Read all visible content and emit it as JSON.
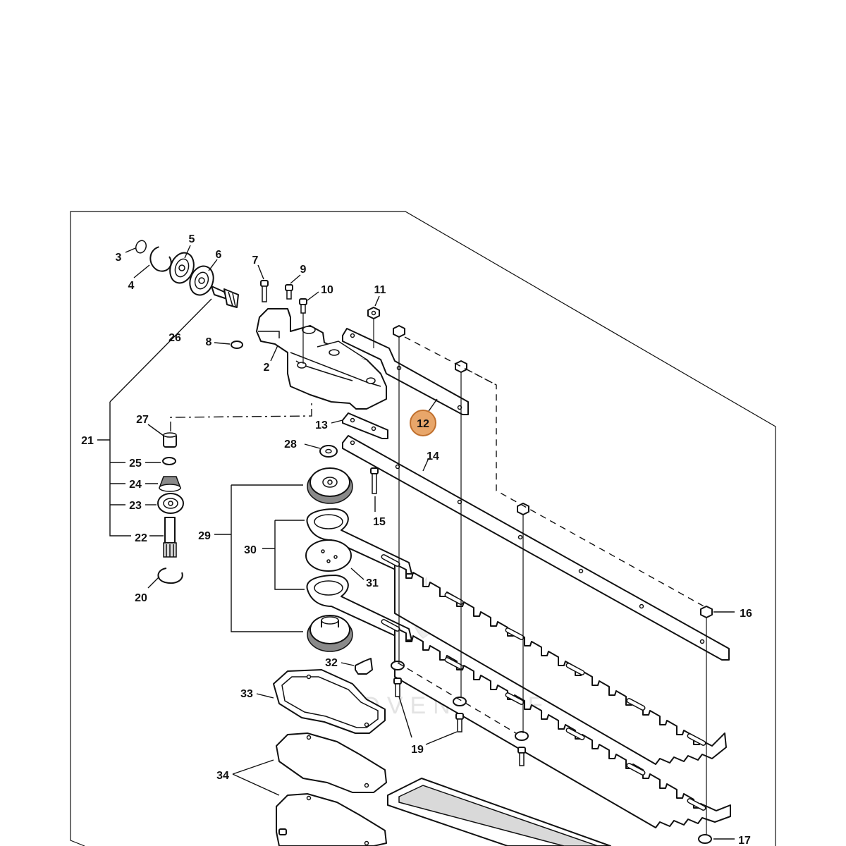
{
  "colors": {
    "line": "#111111",
    "highlight_fill": "#e8a66a",
    "highlight_stroke": "#c0702e",
    "watermark": "#e3e3e3"
  },
  "highlighted_part": "12",
  "watermark": "LEADVENTURE",
  "callouts": {
    "c2": "2",
    "c3": "3",
    "c4": "4",
    "c5": "5",
    "c6": "6",
    "c7": "7",
    "c8": "8",
    "c9": "9",
    "c10": "10",
    "c11": "11",
    "c12": "12",
    "c13": "13",
    "c14": "14",
    "c15": "15",
    "c16": "16",
    "c17": "17",
    "c19": "19",
    "c20": "20",
    "c21": "21",
    "c22": "22",
    "c23": "23",
    "c24": "24",
    "c25": "25",
    "c26": "26",
    "c27": "27",
    "c28": "28",
    "c29": "29",
    "c30": "30",
    "c31": "31",
    "c32": "32",
    "c33": "33",
    "c34": "34"
  }
}
